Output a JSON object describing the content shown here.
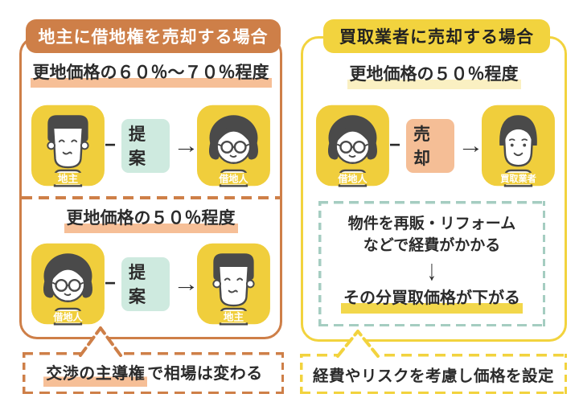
{
  "colors": {
    "orange": "#CE7F48",
    "yellow": "#F2D33E",
    "tile_yellow": "#F0CE3C",
    "salmon_highlight": "#F6BF97",
    "salmon_pill": "#F5BE96",
    "mint_pill": "#CEEADF",
    "teal_dashed": "#A5CDC1",
    "pale_yellow_highlight": "#FAF0C2",
    "yellow_highlight": "#F2D74B",
    "hair_gray": "#4A4A4A"
  },
  "left_panel": {
    "header": "地主に借地権を売却する場合",
    "scenario1": {
      "price_note": "更地価格の６０％〜７０％程度",
      "from_actor": "地主",
      "action": "提案",
      "to_actor": "借地人"
    },
    "scenario2": {
      "price_note": "更地価格の５０％程度",
      "from_actor": "借地人",
      "action": "提案",
      "to_actor": "地主"
    },
    "callout": {
      "highlighted": "交渉の主導権",
      "rest": "で相場は変わる"
    }
  },
  "right_panel": {
    "header": "買取業者に売却する場合",
    "scenario": {
      "price_note": "更地価格の５０％程度",
      "from_actor": "借地人",
      "action": "売却",
      "to_actor": "買取業者"
    },
    "note_box": {
      "line1": "物件を再販・リフォーム",
      "line2": "などで経費がかかる",
      "down_arrow": "↓",
      "result": "その分買取価格が下がる"
    },
    "callout": "経費やリスクを考慮し価格を設定"
  },
  "glyphs": {
    "dash": "−",
    "right_arrow": "→"
  }
}
